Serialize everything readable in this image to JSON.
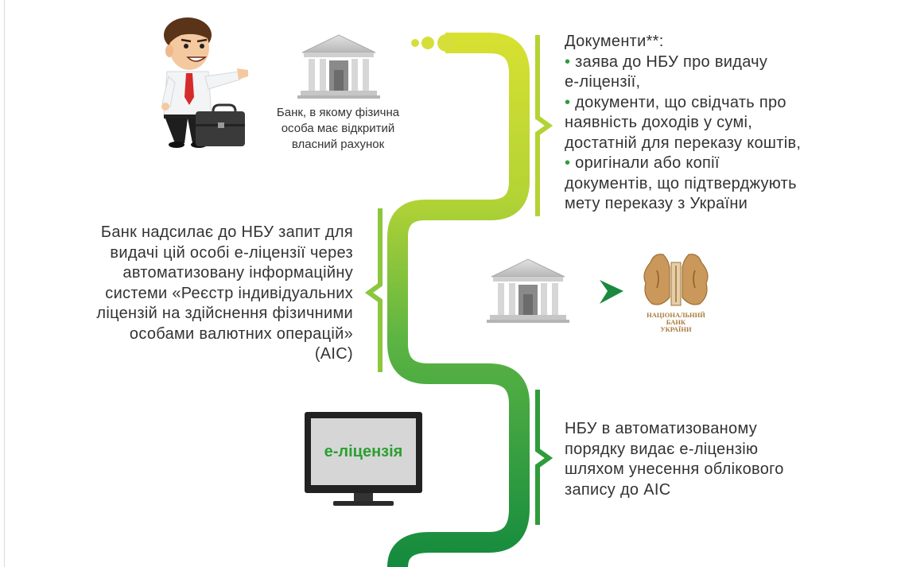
{
  "bank_caption": [
    "Банк, в якому фізична",
    "особа має відкритий",
    "власний рахунок"
  ],
  "documents": {
    "title": "Документи**:",
    "bullet_symbol": "•",
    "items": [
      [
        "заява до НБУ про видачу",
        "е-ліцензії,"
      ],
      [
        "документи, що свідчать про",
        "наявність доходів у сумі,",
        "достатній для переказу коштів,"
      ],
      [
        "оригінали або копії",
        "документів, що підтверджують",
        "мету переказу з України"
      ]
    ]
  },
  "bank_request": [
    "Банк надсилає до НБУ запит для",
    "видачі цій особі е-ліцензії через",
    "автоматизовану інформаційну",
    "системи «Реєстр індивідуальних",
    "ліцензій на здійснення фізичними",
    "особами валютних операцій»",
    "(АІС)"
  ],
  "nbu_logo": [
    "НАЦІОНАЛЬНИЙ",
    "БАНК",
    "УКРАЇНИ"
  ],
  "monitor_screen_text": "е-ліцензія",
  "nbu_action": [
    "НБУ в автоматизованому",
    "порядку видає е-ліцензію",
    "шляхом унесення облікового",
    "запису до АІС"
  ],
  "icons": [
    "businessman-icon",
    "briefcase-icon",
    "bank-building-icon",
    "arrow-right-icon",
    "nbu-logo-icon",
    "monitor-icon"
  ],
  "colors": {
    "flow_top": "#d0de2e",
    "flow_mid": "#8cc63f",
    "flow_bottom": "#1b8a3e",
    "bullet": "#2e9c3a",
    "nbu_gold": "#a67a3a"
  }
}
